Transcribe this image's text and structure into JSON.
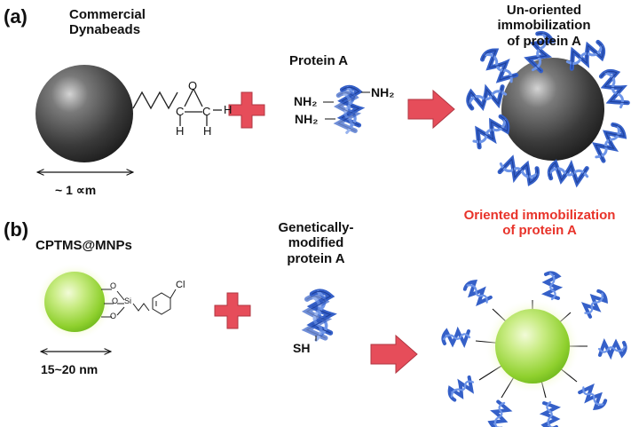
{
  "panel_a": {
    "label": "(a)",
    "bead_title_line1": "Commercial",
    "bead_title_line2": "Dynabeads",
    "size_label": "~ 1 ∝m",
    "protein_title": "Protein A",
    "nh2_top": "NH₂",
    "nh2_left1": "NH₂",
    "nh2_left2": "NH₂",
    "epoxide_h1": "H",
    "epoxide_h2": "H",
    "epoxide_h3": "H",
    "epoxide_c1": "C",
    "epoxide_c2": "C",
    "epoxide_o": "O",
    "result_line1": "Un-oriented immobilization",
    "result_line2": "of protein A"
  },
  "panel_b": {
    "label": "(b)",
    "particle_title": "CPTMS@MNPs",
    "size_label": "15~20 nm",
    "protein_line1": "Genetically-",
    "protein_line2": "modified",
    "protein_line3": "protein A",
    "sh_label": "SH",
    "si_label": "Si",
    "cl_label": "Cl",
    "o1": "O",
    "o2": "O",
    "o3": "O",
    "result_line1": "Oriented immobilization",
    "result_line2": "of protein A"
  },
  "colors": {
    "plus": "#e64d5a",
    "arrow": "#e64d5a",
    "protein": "#3560c8",
    "bead": "#3a3a3a",
    "nanoparticle": "#9fd84a",
    "highlight_text": "#e8332a"
  }
}
